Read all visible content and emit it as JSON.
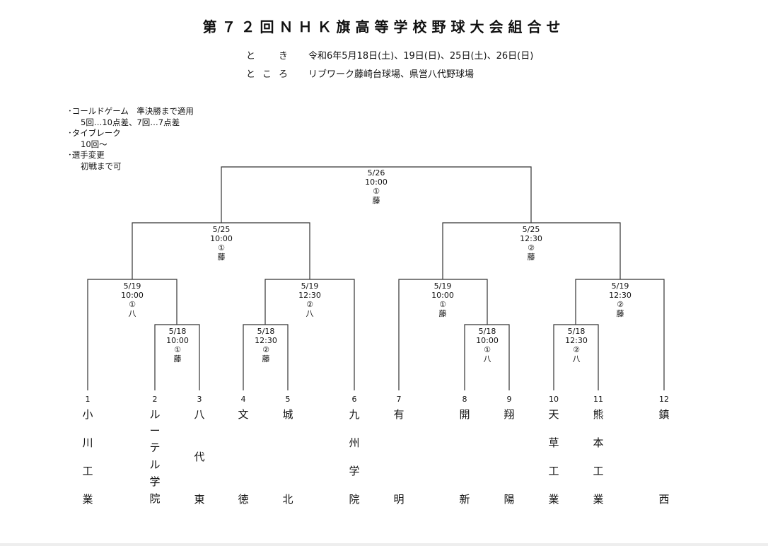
{
  "title": "第７２回ＮＨＫ旗高等学校野球大会組合せ",
  "info": {
    "when_label": "と　き",
    "when_value": "令和6年5月18日(土)、19日(日)、25日(土)、26日(日)",
    "where_label": "ところ",
    "where_value": "リブワーク藤崎台球場、県営八代野球場"
  },
  "rules": [
    "･コールドゲーム　準決勝まで適用",
    "5回…10点差、7回…7点差",
    "･タイブレーク",
    "10回～",
    "･選手変更",
    "初戦まで可"
  ],
  "matches": [
    {
      "id": "final",
      "date": "5/26",
      "time": "10:00",
      "num": "①",
      "venue": "藤"
    },
    {
      "id": "sf-left",
      "date": "5/25",
      "time": "10:00",
      "num": "①",
      "venue": "藤"
    },
    {
      "id": "sf-right",
      "date": "5/25",
      "time": "12:30",
      "num": "②",
      "venue": "藤"
    },
    {
      "id": "qf-1",
      "date": "5/19",
      "time": "10:00",
      "num": "①",
      "venue": "八"
    },
    {
      "id": "qf-2",
      "date": "5/19",
      "time": "12:30",
      "num": "②",
      "venue": "八"
    },
    {
      "id": "qf-3",
      "date": "5/19",
      "time": "10:00",
      "num": "①",
      "venue": "藤"
    },
    {
      "id": "qf-4",
      "date": "5/19",
      "time": "12:30",
      "num": "②",
      "venue": "藤"
    },
    {
      "id": "r1-1",
      "date": "5/18",
      "time": "10:00",
      "num": "①",
      "venue": "藤"
    },
    {
      "id": "r1-2",
      "date": "5/18",
      "time": "12:30",
      "num": "②",
      "venue": "藤"
    },
    {
      "id": "r1-3",
      "date": "5/18",
      "time": "10:00",
      "num": "①",
      "venue": "八"
    },
    {
      "id": "r1-4",
      "date": "5/18",
      "time": "12:30",
      "num": "②",
      "venue": "八"
    }
  ],
  "teams": [
    {
      "num": "1",
      "chars": [
        "小",
        "川",
        "工",
        "業"
      ]
    },
    {
      "num": "2",
      "chars": [
        "ル",
        "ー",
        "テ",
        "ル",
        "学",
        "院"
      ]
    },
    {
      "num": "3",
      "chars": [
        "八",
        "代",
        "東"
      ]
    },
    {
      "num": "4",
      "chars": [
        "文",
        "徳"
      ]
    },
    {
      "num": "5",
      "chars": [
        "城",
        "北"
      ]
    },
    {
      "num": "6",
      "chars": [
        "九",
        "州",
        "学",
        "院"
      ]
    },
    {
      "num": "7",
      "chars": [
        "有",
        "明"
      ]
    },
    {
      "num": "8",
      "chars": [
        "開",
        "新"
      ]
    },
    {
      "num": "9",
      "chars": [
        "翔",
        "陽"
      ]
    },
    {
      "num": "10",
      "chars": [
        "天",
        "草",
        "工",
        "業"
      ]
    },
    {
      "num": "11",
      "chars": [
        "熊",
        "本",
        "工",
        "業"
      ]
    },
    {
      "num": "12",
      "chars": [
        "鎮",
        "西"
      ]
    }
  ]
}
